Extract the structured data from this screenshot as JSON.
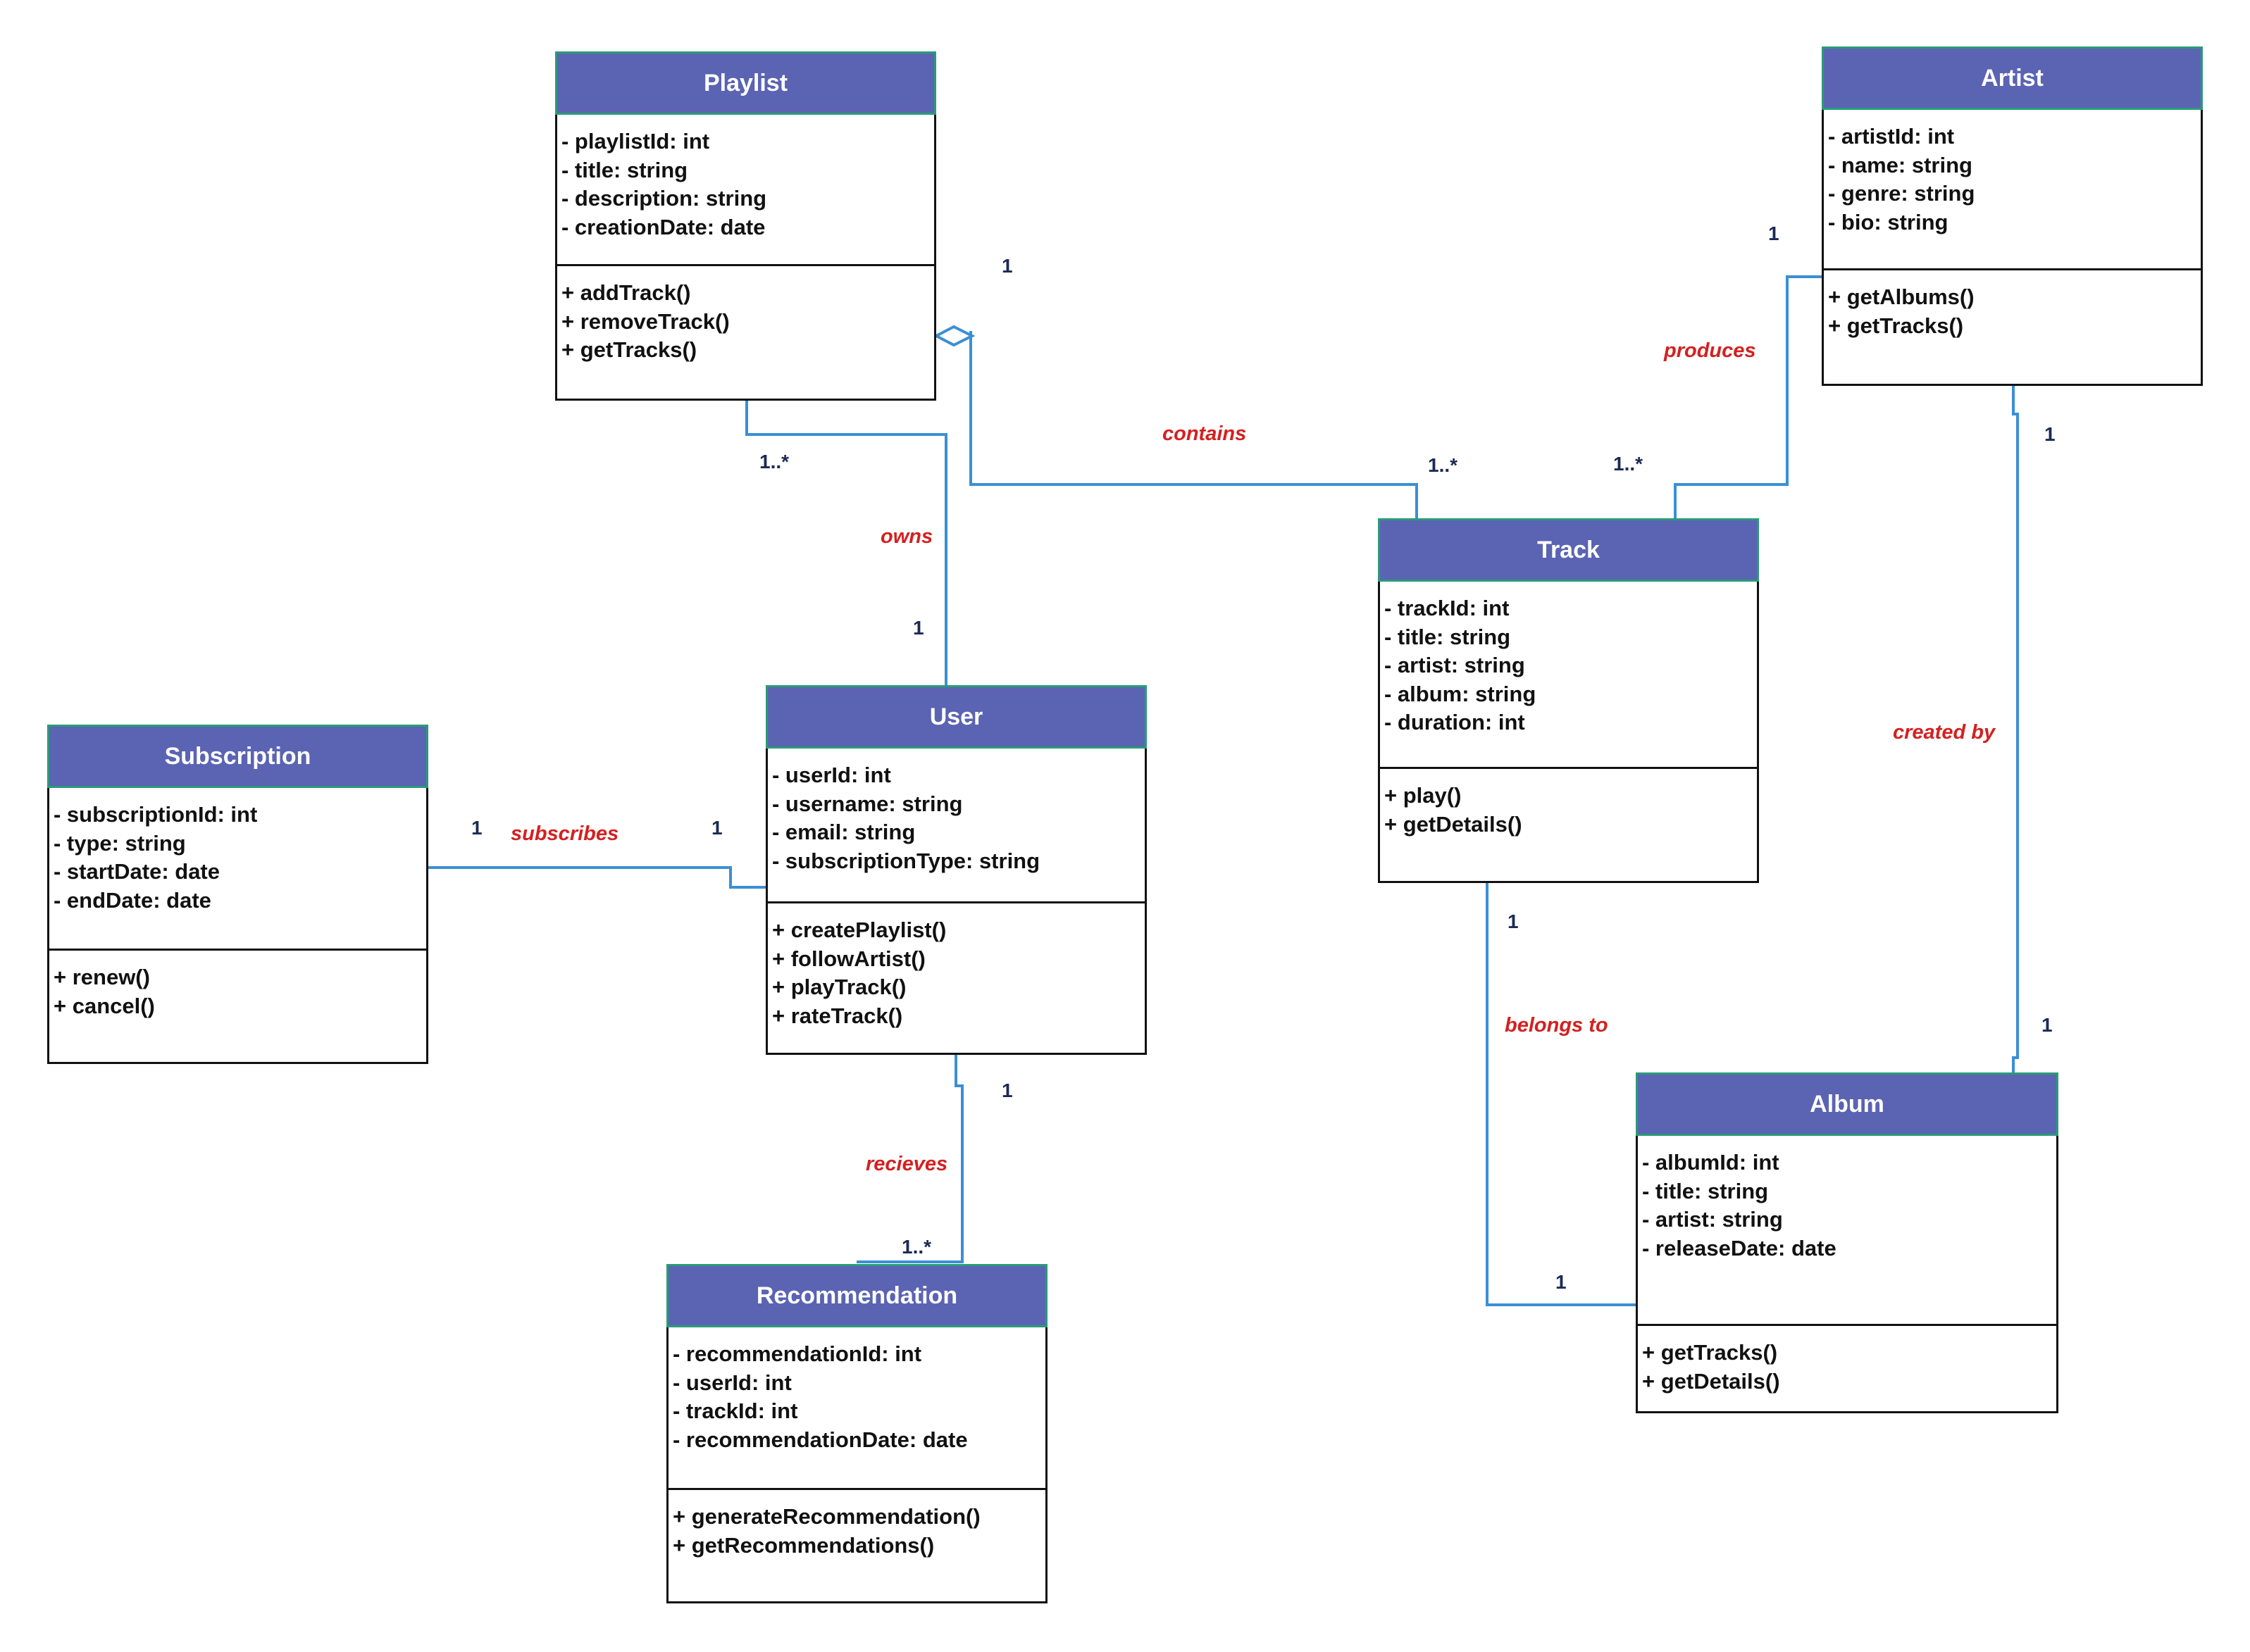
{
  "colors": {
    "header_fill": "#5b63b3",
    "header_border": "#2a9b78",
    "connector": "#3a8fd4",
    "association_label": "#d42020",
    "multiplicity": "#1c2a55"
  },
  "classes": {
    "playlist": {
      "name": "Playlist",
      "attributes": [
        "- playlistId: int",
        "- title: string",
        "- description: string",
        "- creationDate: date"
      ],
      "operations": [
        "+ addTrack()",
        "+ removeTrack()",
        "+ getTracks()"
      ]
    },
    "artist": {
      "name": "Artist",
      "attributes": [
        "- artistId: int",
        "- name: string",
        "- genre: string",
        "- bio: string"
      ],
      "operations": [
        "+ getAlbums()",
        "+ getTracks()"
      ]
    },
    "track": {
      "name": "Track",
      "attributes": [
        "- trackId: int",
        "- title: string",
        "- artist: string",
        "- album: string",
        "- duration: int"
      ],
      "operations": [
        "+ play()",
        "+ getDetails()"
      ]
    },
    "user": {
      "name": "User",
      "attributes": [
        "- userId: int",
        "- username: string",
        "- email: string",
        "- subscriptionType: string"
      ],
      "operations": [
        "+ createPlaylist()",
        "+ followArtist()",
        "+ playTrack()",
        "+ rateTrack()"
      ]
    },
    "subscription": {
      "name": "Subscription",
      "attributes": [
        "- subscriptionId: int",
        "- type: string",
        "- startDate: date",
        "- endDate: date"
      ],
      "operations": [
        "+ renew()",
        "+ cancel()"
      ]
    },
    "recommendation": {
      "name": "Recommendation",
      "attributes": [
        "- recommendationId: int",
        "- userId: int",
        "- trackId: int",
        "- recommendationDate: date"
      ],
      "operations": [
        "+ generateRecommendation()",
        "+ getRecommendations()"
      ]
    },
    "album": {
      "name": "Album",
      "attributes": [
        "- albumId: int",
        "- title: string",
        "- artist: string",
        "- releaseDate: date"
      ],
      "operations": [
        "+ getTracks()",
        "+ getDetails()"
      ]
    }
  },
  "relations": {
    "owns": {
      "label": "owns",
      "from_mult": "1..*",
      "to_mult": "1"
    },
    "contains": {
      "label": "contains",
      "from_mult": "1",
      "to_mult": "1..*",
      "kind": "aggregation"
    },
    "produces": {
      "label": "produces",
      "from_mult": "1",
      "to_mult": "1..*"
    },
    "created_by": {
      "label": "created by",
      "from_mult": "1",
      "to_mult": "1"
    },
    "subscribes": {
      "label": "subscribes",
      "from_mult": "1",
      "to_mult": "1"
    },
    "recieves": {
      "label": "recieves",
      "from_mult": "1",
      "to_mult": "1..*"
    },
    "belongs_to": {
      "label": "belongs to",
      "from_mult": "1",
      "to_mult": "1"
    }
  }
}
